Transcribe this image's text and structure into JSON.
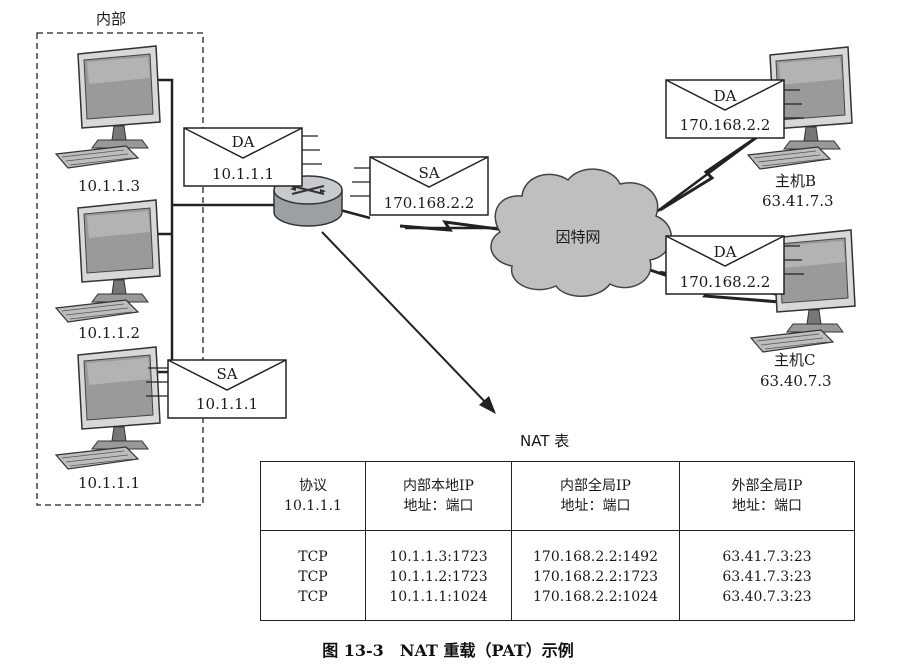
{
  "inside_label": "内部",
  "hosts": {
    "h3": "10.1.1.3",
    "h2": "10.1.1.2",
    "h1": "10.1.1.1",
    "b_name": "主机B",
    "b_ip": "63.41.7.3",
    "c_name": "主机C",
    "c_ip": "63.40.7.3"
  },
  "packets": {
    "router_left": {
      "field": "DA",
      "addr": "10.1.1.1"
    },
    "router_right": {
      "field": "SA",
      "addr": "170.168.2.2"
    },
    "host1": {
      "field": "SA",
      "addr": "10.1.1.1"
    },
    "host_b": {
      "field": "DA",
      "addr": "170.168.2.2"
    },
    "host_c": {
      "field": "DA",
      "addr": "170.168.2.2"
    }
  },
  "cloud_label": "因特网",
  "nat_table": {
    "title": "NAT 表",
    "headers": [
      [
        "协议",
        "10.1.1.1"
      ],
      [
        "内部本地IP",
        "地址：端口"
      ],
      [
        "内部全局IP",
        "地址：端口"
      ],
      [
        "外部全局IP",
        "地址：端口"
      ]
    ],
    "rows": [
      [
        "TCP",
        "10.1.1.3:1723",
        "170.168.2.2:1492",
        "63.41.7.3:23"
      ],
      [
        "TCP",
        "10.1.1.2:1723",
        "170.168.2.2:1723",
        "63.41.7.3:23"
      ],
      [
        "TCP",
        "10.1.1.1:1024",
        "170.168.2.2:1024",
        "63.40.7.3:23"
      ]
    ]
  },
  "caption": "图 13-3　NAT 重载（PAT）示例"
}
